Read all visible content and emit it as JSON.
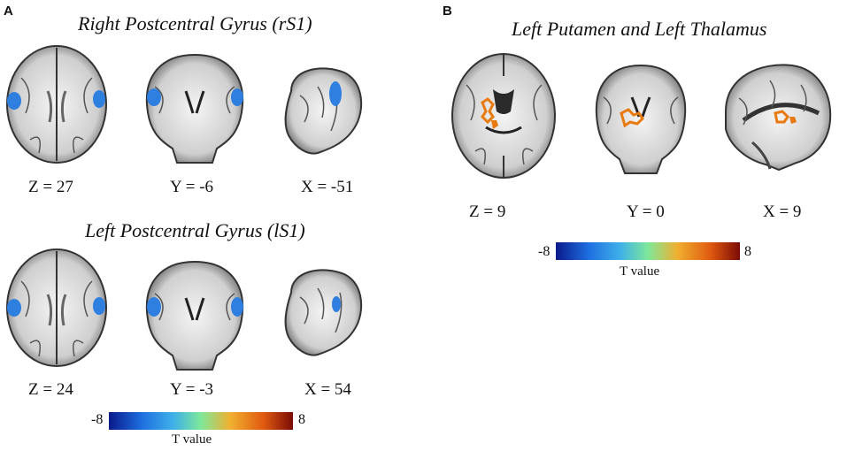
{
  "panels": [
    {
      "letter": "A",
      "rows": [
        {
          "title": "Right Postcentral Gyrus (rS1)",
          "coords": [
            "Z =  27",
            "Y = -6",
            "X = -51"
          ]
        },
        {
          "title": "Left Postcentral Gyrus (lS1)",
          "coords": [
            "Z =  24",
            "Y = -3",
            "X = 54"
          ]
        }
      ],
      "colorbar": {
        "min_label": "-8",
        "max_label": "8",
        "label": "T value"
      }
    },
    {
      "letter": "B",
      "rows": [
        {
          "title": "Left Putamen and Left Thalamus",
          "coords": [
            "Z =  9",
            "Y = 0",
            "X = 9"
          ]
        }
      ],
      "colorbar": {
        "min_label": "-8",
        "max_label": "8",
        "label": "T value"
      }
    }
  ],
  "colors": {
    "activation_negative": "#2f7fe0",
    "activation_positive": "#e87a10",
    "colormap": [
      "#0a1a8a",
      "#1e6fe0",
      "#3fb0e8",
      "#7ee89a",
      "#f0b030",
      "#e05a10",
      "#7a0a05"
    ]
  }
}
